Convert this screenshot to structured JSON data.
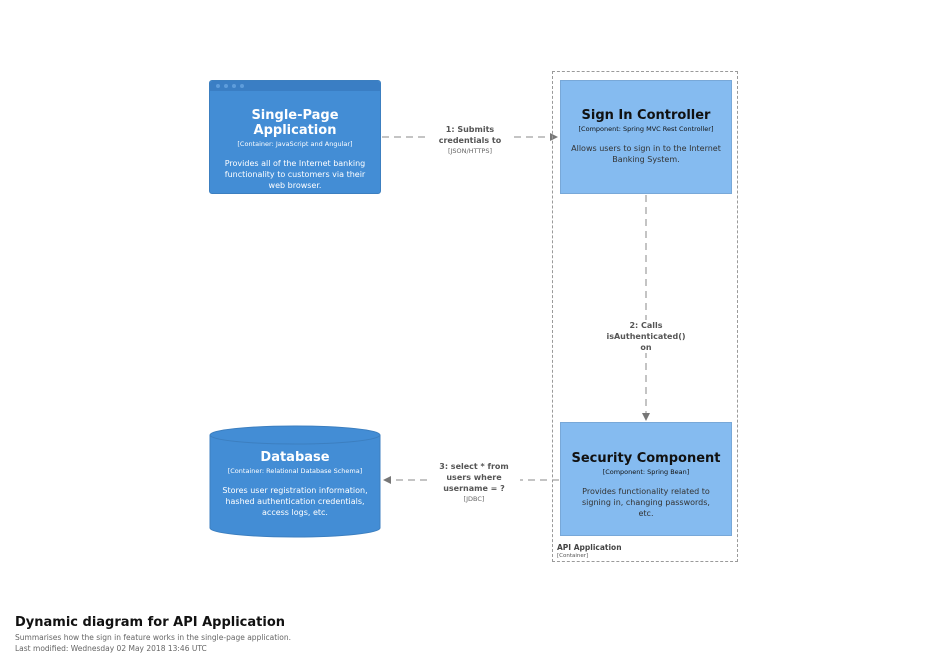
{
  "boundary": {
    "name": "API Application",
    "type": "[Container]"
  },
  "spa": {
    "title": "Single-Page Application",
    "type": "[Container: JavaScript and Angular]",
    "description": "Provides all of the Internet banking functionality to customers via their web browser."
  },
  "signin": {
    "title": "Sign In Controller",
    "type": "[Component: Spring MVC Rest Controller]",
    "description": "Allows users to sign in to the Internet Banking System."
  },
  "security": {
    "title": "Security Component",
    "type": "[Component: Spring Bean]",
    "description": "Provides functionality related to signing in, changing passwords, etc."
  },
  "database": {
    "title": "Database",
    "type": "[Container: Relational Database Schema]",
    "description": "Stores user registration information, hashed authentication credentials, access logs, etc."
  },
  "relationships": [
    {
      "label_line1": "1: Submits",
      "label_line2": "credentials to",
      "tech": "[JSON/HTTPS]"
    },
    {
      "label_line1": "2: Calls",
      "label_line2": "isAuthenticated()",
      "label_line3": "on"
    },
    {
      "label_line1": "3: select * from",
      "label_line2": "users where",
      "label_line3": "username = ?",
      "tech": "[JDBC]"
    }
  ],
  "footer": {
    "title": "Dynamic diagram for API Application",
    "subtitle": "Summarises how the sign in feature works in the single-page application.",
    "modified": "Last modified: Wednesday 02 May 2018 13:46 UTC"
  },
  "colors": {
    "container": "#438dd5",
    "component": "#85bbf0",
    "arrow": "#8a8a8a"
  }
}
